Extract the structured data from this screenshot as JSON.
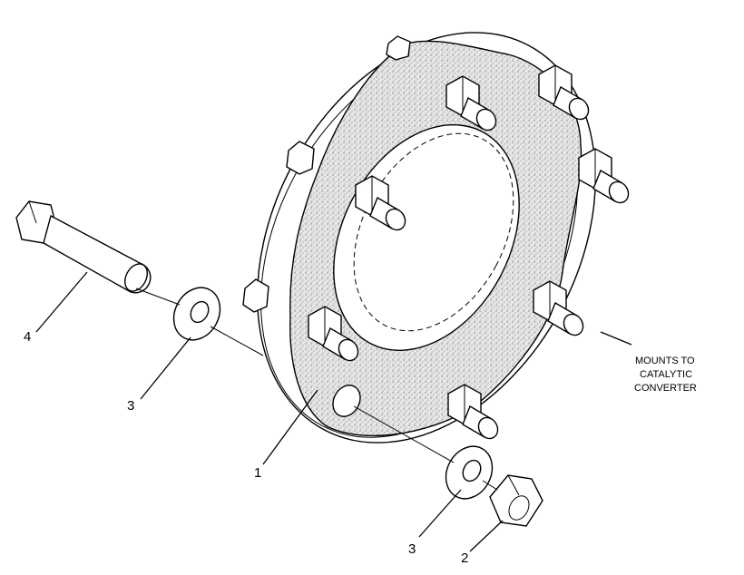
{
  "callouts": {
    "flange": "1",
    "nut": "2",
    "washer_lower": "3",
    "washer_upper": "3",
    "bolt": "4"
  },
  "note": {
    "line1": "MOUNTS TO",
    "line2": "CATALYTIC",
    "line3": "CONVERTER"
  },
  "colors": {
    "ink": "#000000",
    "paper": "#ffffff",
    "stipple": "#9a9a9a"
  }
}
